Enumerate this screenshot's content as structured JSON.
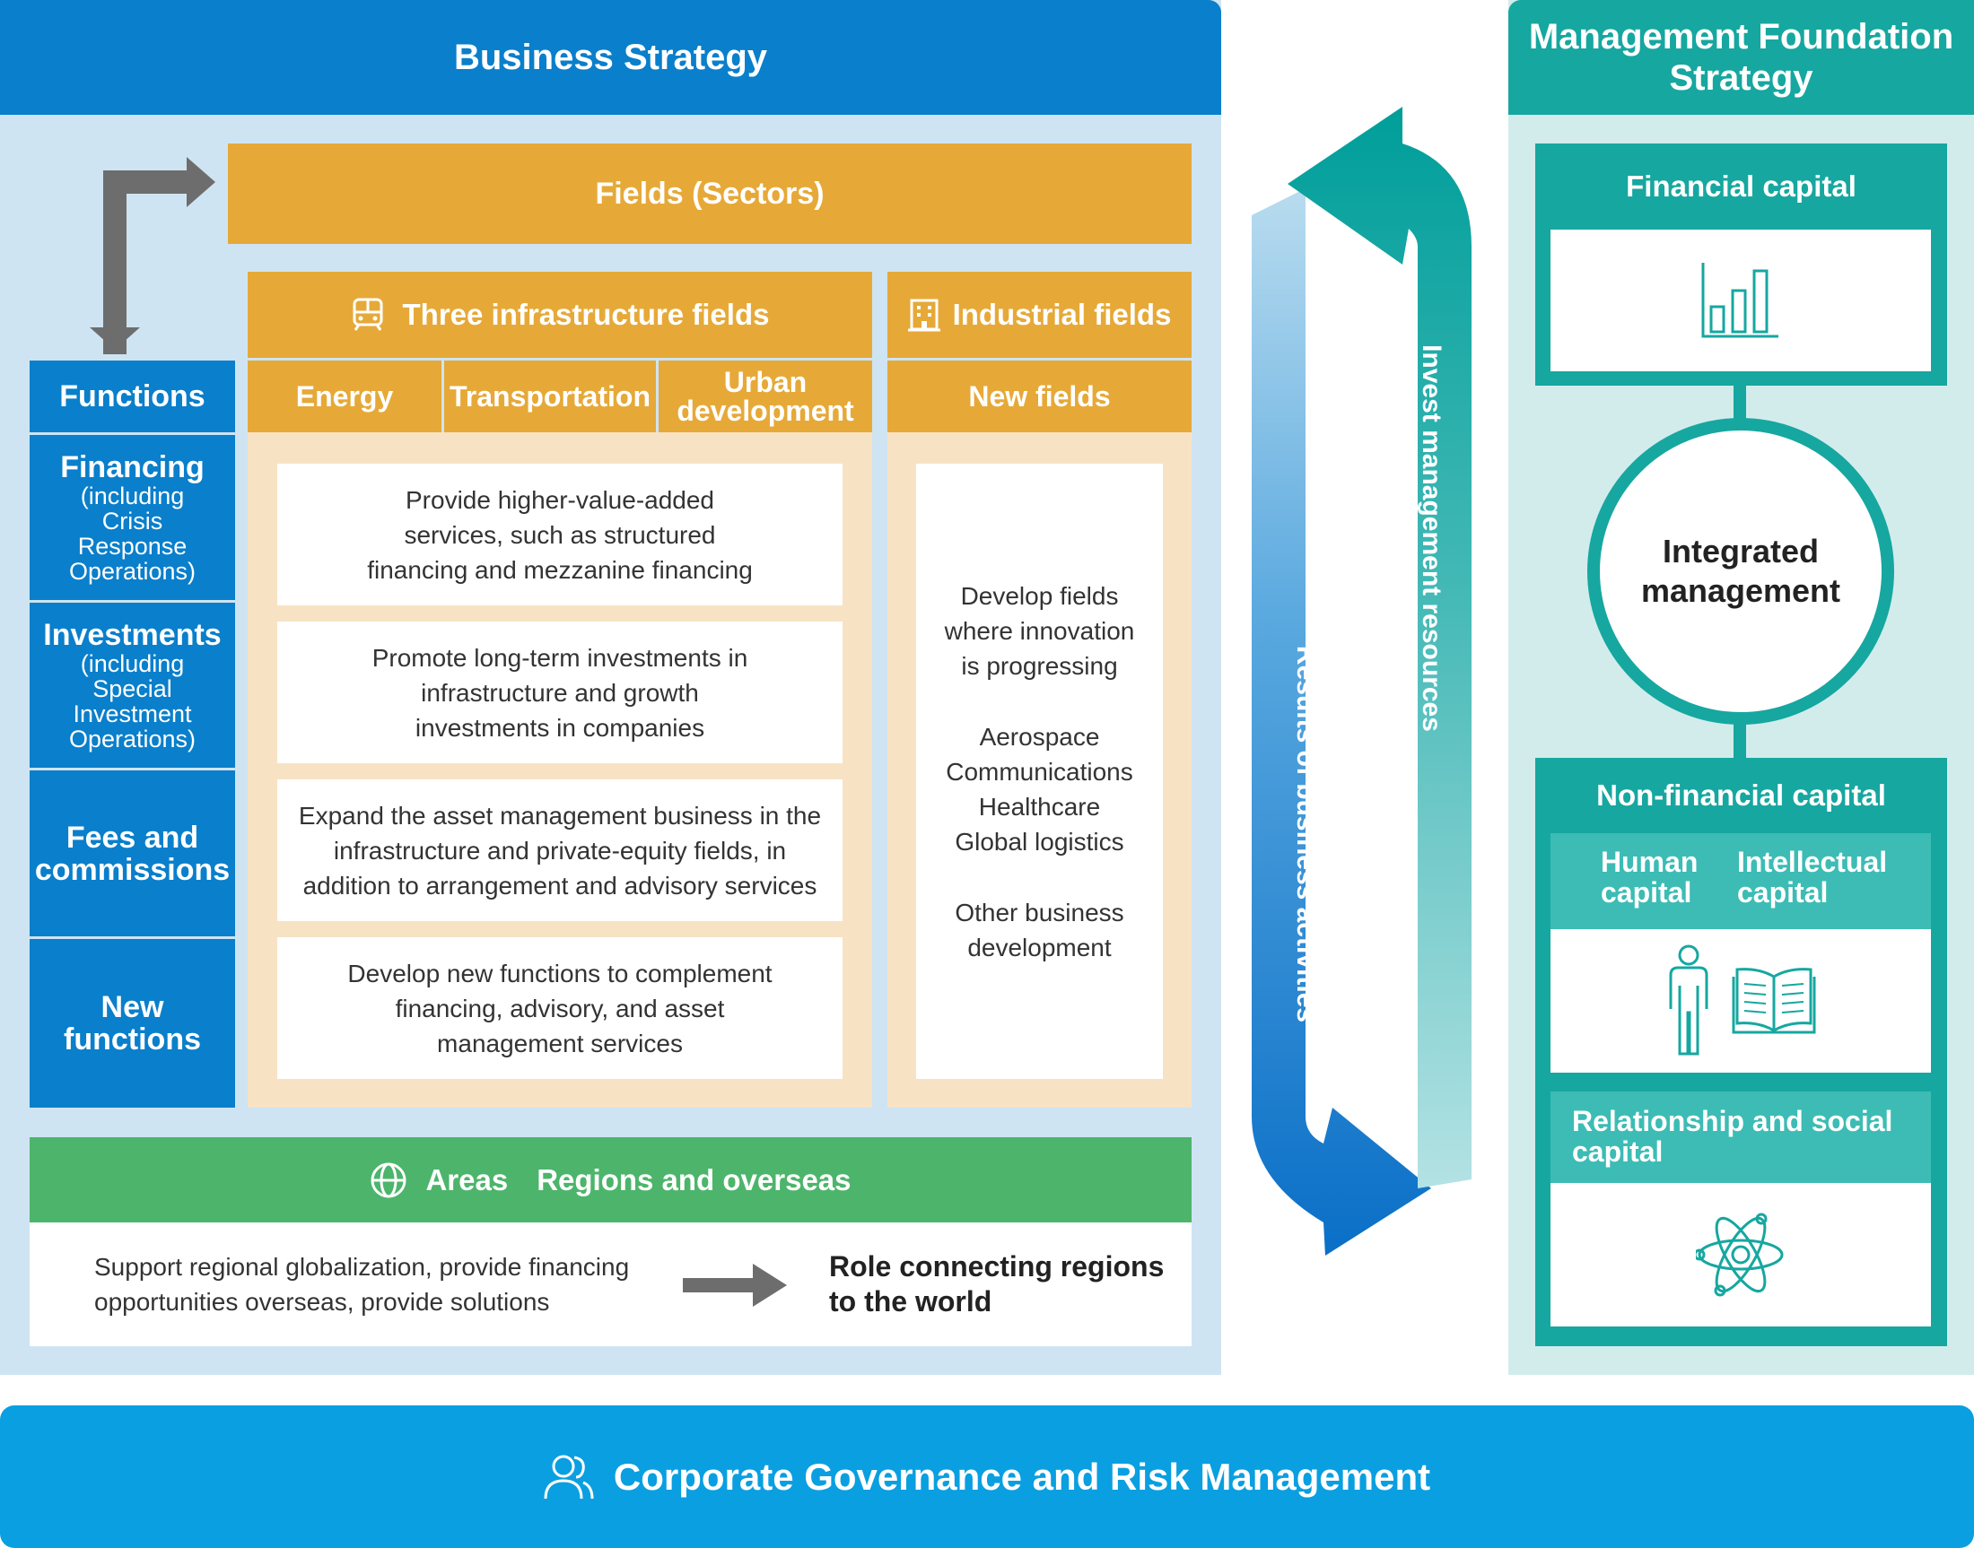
{
  "business_strategy": {
    "title": "Business Strategy",
    "fields_title": "Fields (Sectors)",
    "infra": {
      "title": "Three infrastructure fields",
      "icon": "train-icon",
      "subfields": [
        "Energy",
        "Transportation",
        "Urban development"
      ],
      "boxes": [
        "Provide higher-value-added services, such as structured financing and mezzanine financing",
        "Promote long-term investments in infrastructure and growth investments in companies",
        "Expand the asset management business in the infrastructure and private-equity fields, in addition to arrangement and advisory services",
        "Develop new functions to complement financing, advisory, and asset management services"
      ]
    },
    "industrial": {
      "title": "Industrial fields",
      "icon": "building-icon",
      "subfield": "New fields",
      "text1": "Develop fields where innovation is progressing",
      "list": [
        "Aerospace",
        "Communications",
        "Healthcare",
        "Global logistics"
      ],
      "text2": "Other business development"
    },
    "functions": {
      "title": "Functions",
      "items": [
        {
          "label": "Financing",
          "sub": "(including Crisis Response Operations)"
        },
        {
          "label": "Investments",
          "sub": "(including Special Investment Operations)"
        },
        {
          "label": "Fees and commissions",
          "sub": ""
        },
        {
          "label": "New functions",
          "sub": ""
        }
      ]
    },
    "areas": {
      "label": "Areas",
      "value": "Regions and overseas",
      "icon": "globe-icon",
      "description": "Support regional globalization, provide financing opportunities overseas, provide solutions",
      "role": "Role connecting regions to the world"
    }
  },
  "cycle": {
    "invest_label": "Invest management resources",
    "results_label": "Results of business activities"
  },
  "management_foundation": {
    "title": "Management Foundation Strategy",
    "financial": {
      "title": "Financial capital",
      "icon": "bar-chart-icon"
    },
    "integrated": "Integrated management",
    "non_financial": {
      "title": "Non-financial capital",
      "human": "Human capital",
      "intellectual": "Intellectual capital",
      "relationship": "Relationship and social capital"
    }
  },
  "governance": {
    "title": "Corporate Governance and Risk Management",
    "icon": "people-icon"
  },
  "colors": {
    "blue": "#0a7fcb",
    "orange": "#e6a938",
    "green": "#4cb56b",
    "teal": "#16a7a0",
    "governance": "#0a9fe0"
  }
}
